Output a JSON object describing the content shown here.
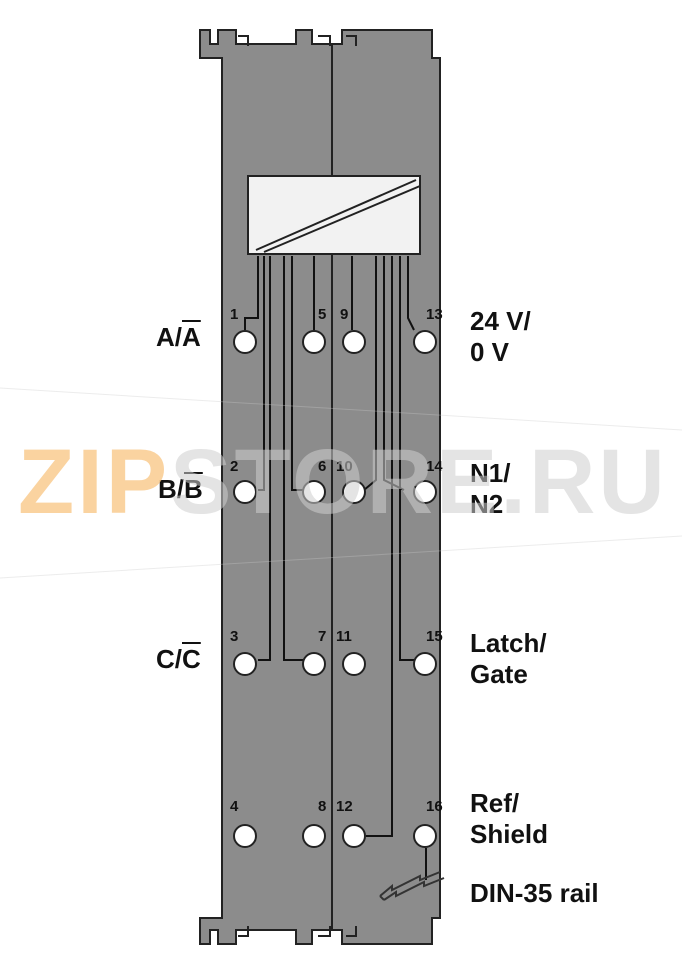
{
  "labels": {
    "a": "A/A",
    "b": "B/B",
    "c": "C/C",
    "supply": "24 V/\n0 V",
    "n": "N1/\nN2",
    "latch": "Latch/\nGate",
    "ref": "Ref/\nShield",
    "rail": "DIN-35 rail"
  },
  "pins": [
    "1",
    "5",
    "9",
    "13",
    "2",
    "6",
    "10",
    "14",
    "3",
    "7",
    "11",
    "15",
    "4",
    "8",
    "12",
    "16"
  ],
  "watermark": {
    "zip": "ZIP",
    "rest": "STORE.RU"
  },
  "colors": {
    "module": "#8c8c8c",
    "outline": "#222222",
    "terminal": "#ffffff"
  }
}
